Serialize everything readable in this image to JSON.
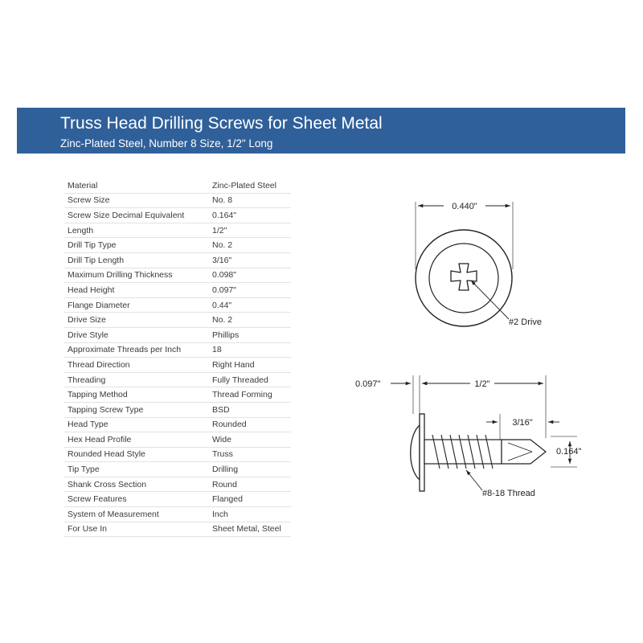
{
  "header": {
    "title": "Truss Head Drilling Screws for Sheet Metal",
    "subtitle": "Zinc-Plated Steel, Number 8 Size, 1/2\" Long"
  },
  "specs": [
    {
      "label": "Material",
      "value": "Zinc-Plated Steel"
    },
    {
      "label": "Screw Size",
      "value": "No. 8"
    },
    {
      "label": "Screw Size Decimal Equivalent",
      "value": "0.164\""
    },
    {
      "label": "Length",
      "value": "1/2\""
    },
    {
      "label": "Drill Tip Type",
      "value": "No. 2"
    },
    {
      "label": "Drill Tip Length",
      "value": "3/16\""
    },
    {
      "label": "Maximum Drilling Thickness",
      "value": "0.098\""
    },
    {
      "label": "Head Height",
      "value": "0.097\""
    },
    {
      "label": "Flange Diameter",
      "value": "0.44\""
    },
    {
      "label": "Drive Size",
      "value": "No. 2"
    },
    {
      "label": "Drive Style",
      "value": "Phillips"
    },
    {
      "label": "Approximate Threads per Inch",
      "value": "18"
    },
    {
      "label": "Thread Direction",
      "value": "Right Hand"
    },
    {
      "label": "Threading",
      "value": "Fully Threaded"
    },
    {
      "label": "Tapping Method",
      "value": "Thread Forming"
    },
    {
      "label": "Tapping Screw Type",
      "value": "BSD"
    },
    {
      "label": "Head Type",
      "value": "Rounded"
    },
    {
      "label": "Hex Head Profile",
      "value": "Wide"
    },
    {
      "label": "Rounded Head Style",
      "value": "Truss"
    },
    {
      "label": "Tip Type",
      "value": "Drilling"
    },
    {
      "label": "Shank Cross Section",
      "value": "Round"
    },
    {
      "label": "Screw Features",
      "value": "Flanged"
    },
    {
      "label": "System of Measurement",
      "value": "Inch"
    },
    {
      "label": "For Use In",
      "value": "Sheet Metal, Steel"
    }
  ],
  "drawing": {
    "flange_diameter": "0.440\"",
    "drive_label": "#2 Drive",
    "head_height": "0.097\"",
    "length": "1/2\"",
    "tip_length": "3/16\"",
    "diameter": "0.164\"",
    "thread_label": "#8-18 Thread"
  }
}
